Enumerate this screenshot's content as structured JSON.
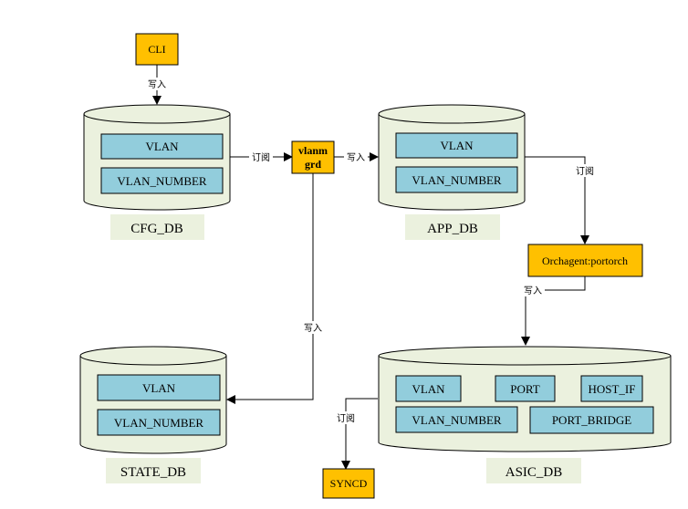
{
  "processes": {
    "cli": "CLI",
    "vlanmgrd_line1": "vlanm",
    "vlanmgrd_line2": "grd",
    "orchagent": "Orchagent:portorch",
    "syncd": "SYNCD"
  },
  "databases": {
    "cfg": {
      "name": "CFG_DB",
      "tables": [
        "VLAN",
        "VLAN_NUMBER"
      ]
    },
    "app": {
      "name": "APP_DB",
      "tables": [
        "VLAN",
        "VLAN_NUMBER"
      ]
    },
    "state": {
      "name": "STATE_DB",
      "tables": [
        "VLAN",
        "VLAN_NUMBER"
      ]
    },
    "asic": {
      "name": "ASIC_DB",
      "tables": [
        "VLAN",
        "PORT",
        "HOST_IF",
        "VLAN_NUMBER",
        "PORT_BRIDGE"
      ]
    }
  },
  "edges": {
    "cli_to_cfg": "写入",
    "cfg_to_vlanmgrd": "订阅",
    "vlanmgrd_to_app": "写入",
    "app_to_orchagent": "订阅",
    "orchagent_to_asic": "写入",
    "vlanmgrd_to_state": "写入",
    "asic_to_syncd": "订阅"
  },
  "colors": {
    "process_fill": "#FFC000",
    "cylinder_fill": "#EBF1DE",
    "table_fill": "#92CDDC",
    "label_bg": "#EBF1DE"
  }
}
